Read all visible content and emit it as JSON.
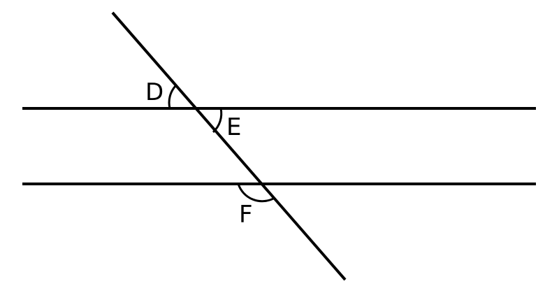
{
  "diagram": {
    "labels": {
      "d": "D",
      "e": "E",
      "f": "F"
    },
    "colors": {
      "stroke": "#000000",
      "background": "#ffffff"
    }
  }
}
